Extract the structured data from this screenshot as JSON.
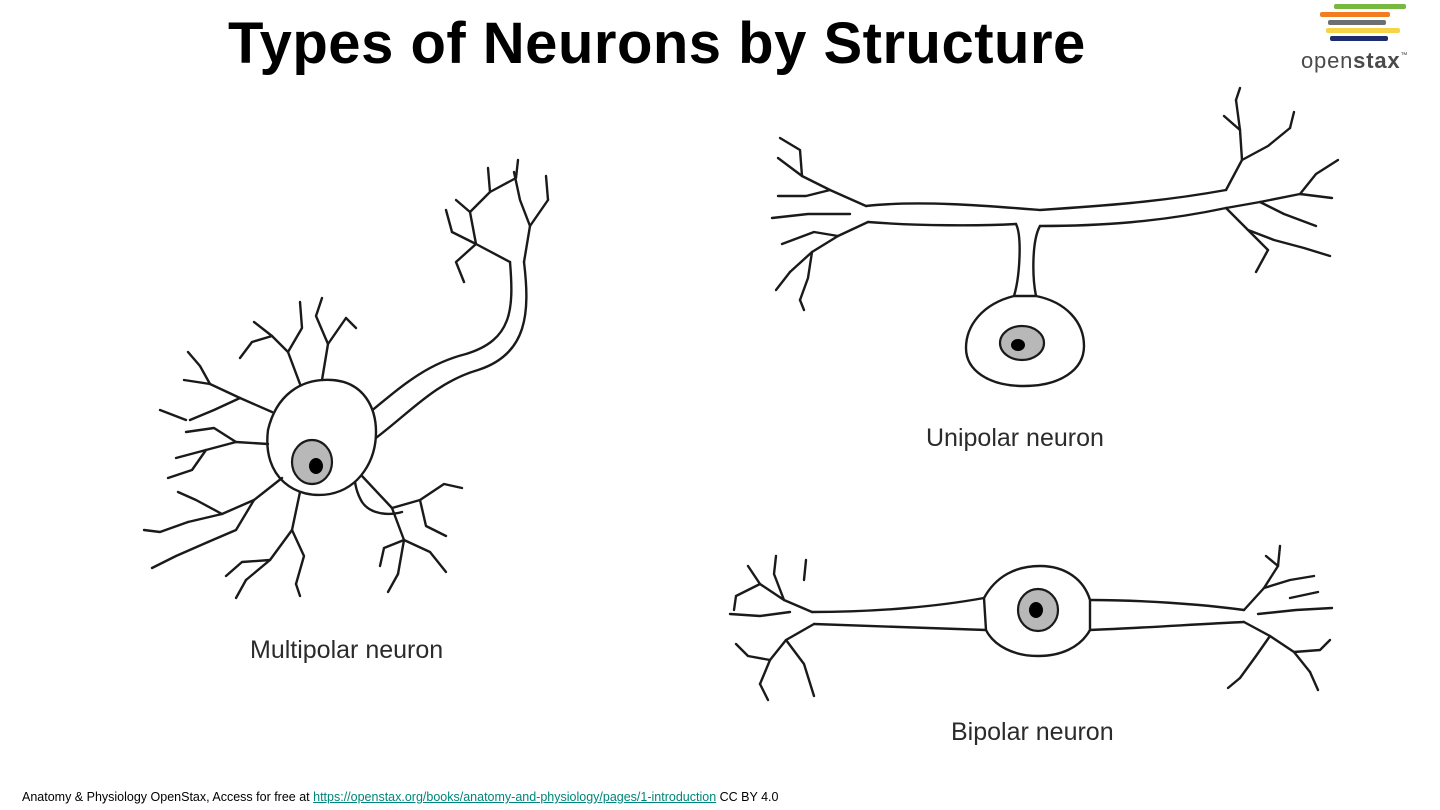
{
  "slide": {
    "title": "Types of Neurons by Structure"
  },
  "logo": {
    "wordmark_light": "open",
    "wordmark_bold": "stax",
    "trademark": "™",
    "bar_colors": [
      "#77b83f",
      "#f47c20",
      "#6d6e70",
      "#f5d547",
      "#1c2c6e"
    ]
  },
  "diagram": {
    "labels": {
      "multipolar": "Multipolar neuron",
      "unipolar": "Unipolar neuron",
      "bipolar": "Bipolar neuron"
    },
    "colors": {
      "outline": "#1a1a1a",
      "nucleus": "#b8b8b8"
    }
  },
  "footer": {
    "prefix": "Anatomy & Physiology OpenStax, Access for free at",
    "link_text": "https://openstax.org/books/anatomy-and-physiology/pages/1-introduction",
    "suffix": "CC BY 4.0"
  }
}
